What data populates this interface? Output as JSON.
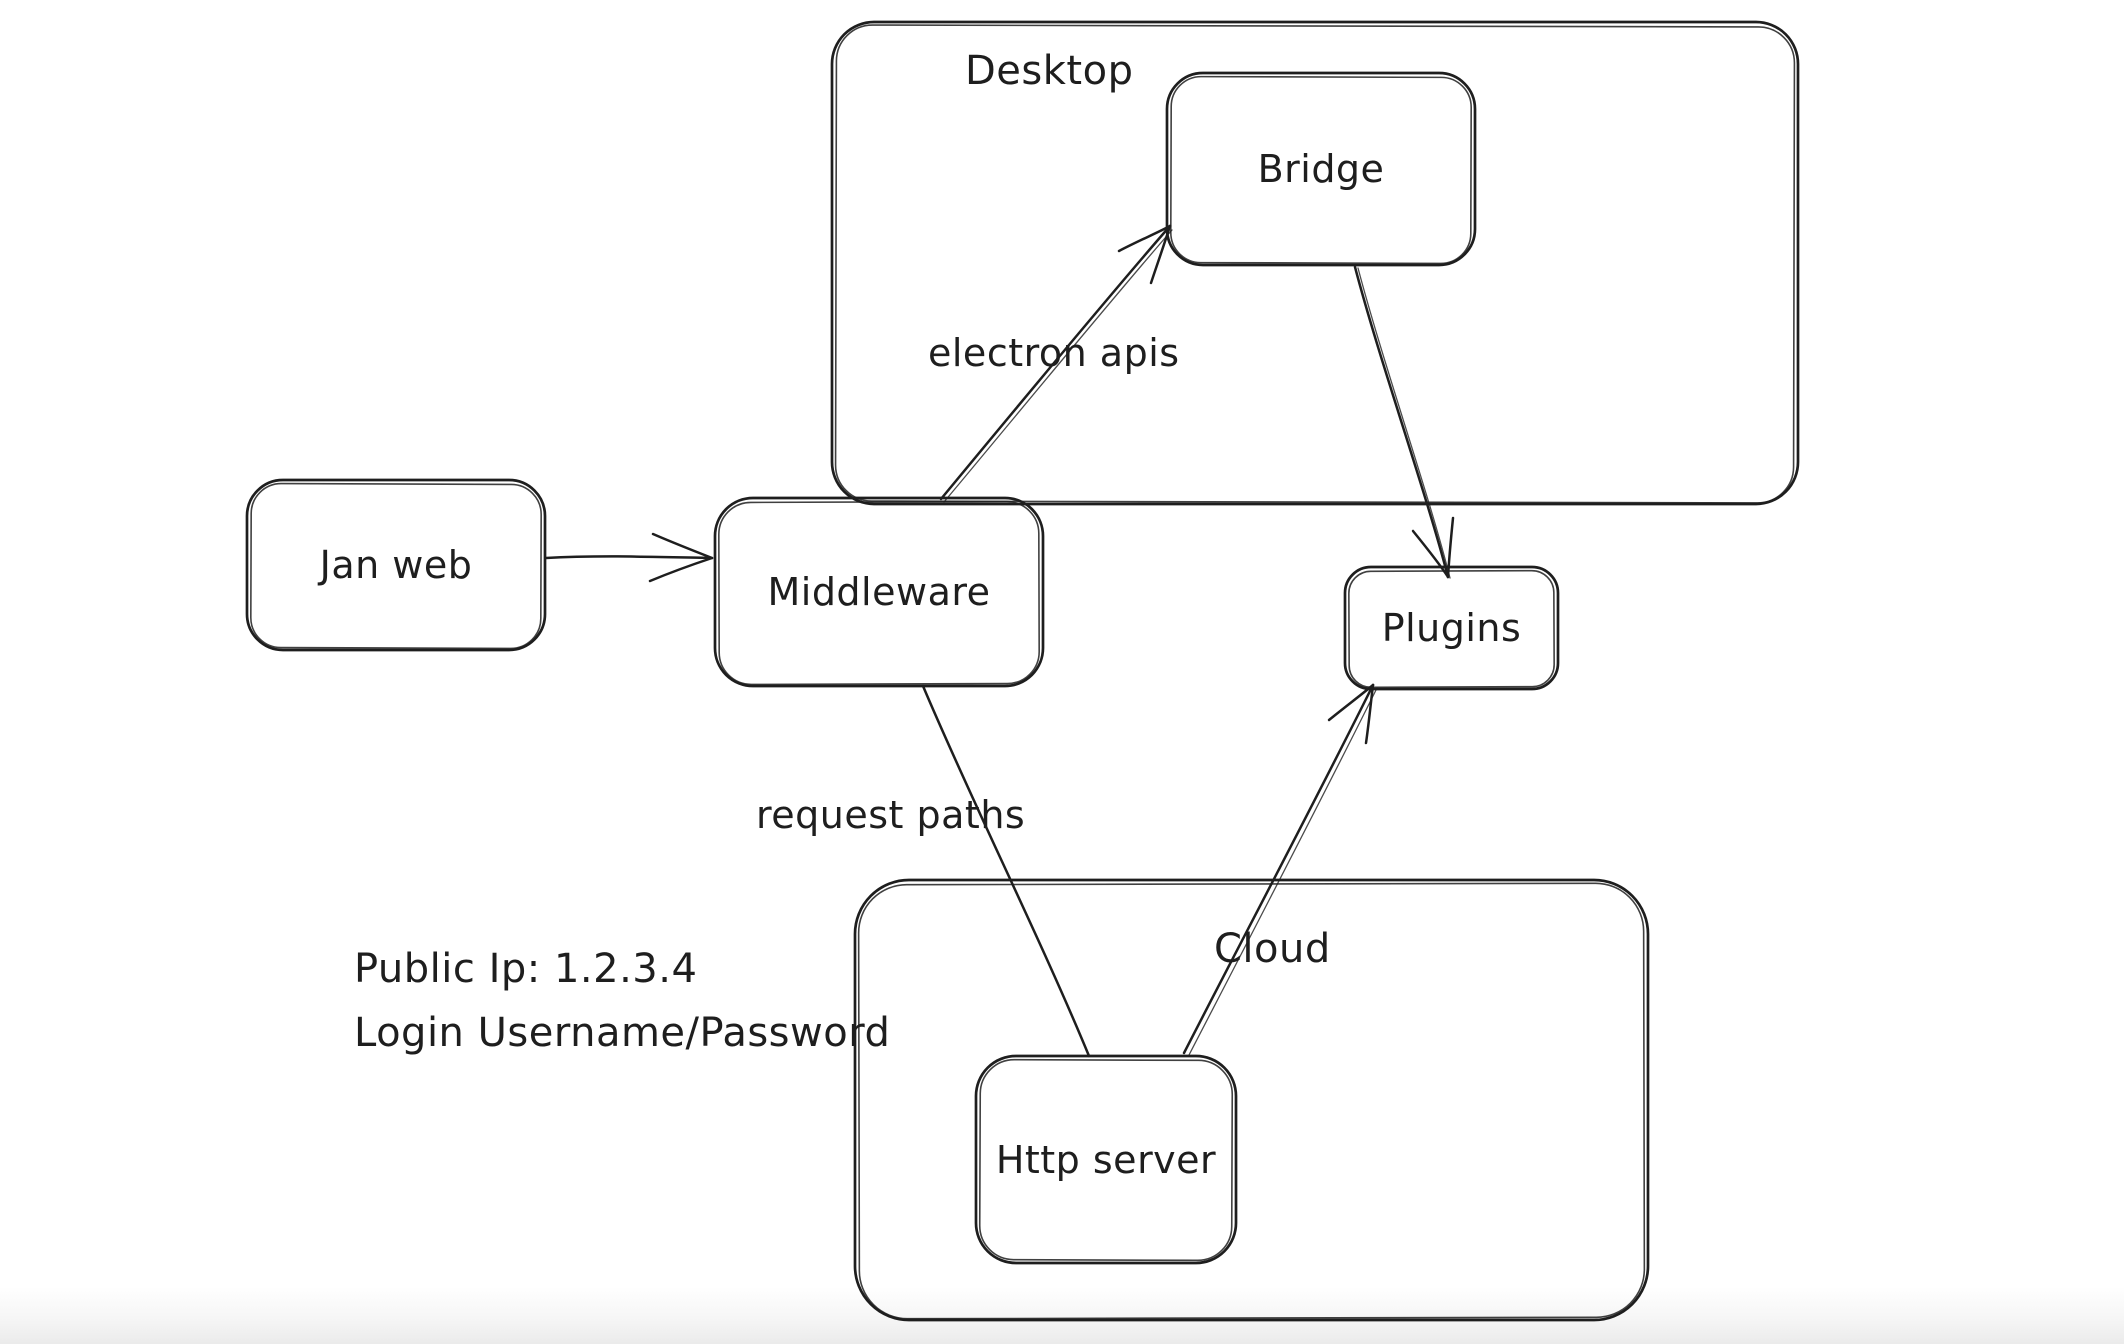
{
  "canvas": {
    "background": "#ffffff",
    "stroke_color": "#1e1e1e",
    "text_color": "#1e1e1e"
  },
  "diagram": {
    "containers": [
      {
        "id": "desktop",
        "label": "Desktop"
      },
      {
        "id": "cloud",
        "label": "Cloud"
      }
    ],
    "nodes": [
      {
        "id": "jan-web",
        "label": "Jan web"
      },
      {
        "id": "middleware",
        "label": "Middleware"
      },
      {
        "id": "bridge",
        "label": "Bridge"
      },
      {
        "id": "plugins",
        "label": "Plugins"
      },
      {
        "id": "http-server",
        "label": "Http server"
      }
    ],
    "edge_labels": [
      {
        "id": "electron-apis",
        "label": "electron apis"
      },
      {
        "id": "request-paths",
        "label": "request paths"
      }
    ],
    "annotations": [
      {
        "id": "public-ip",
        "text": "Public Ip: 1.2.3.4"
      },
      {
        "id": "login",
        "text": "Login Username/Password"
      }
    ],
    "edges": [
      {
        "from": "Jan web",
        "to": "Middleware",
        "label": "",
        "arrowhead": "end"
      },
      {
        "from": "Middleware",
        "to": "Bridge",
        "label": "electron apis",
        "arrowhead": "end"
      },
      {
        "from": "Bridge",
        "to": "Plugins",
        "label": "",
        "arrowhead": "end"
      },
      {
        "from": "Middleware",
        "to": "Http server",
        "label": "request paths",
        "arrowhead": "none"
      },
      {
        "from": "Http server",
        "to": "Plugins",
        "label": "",
        "arrowhead": "end"
      }
    ]
  }
}
